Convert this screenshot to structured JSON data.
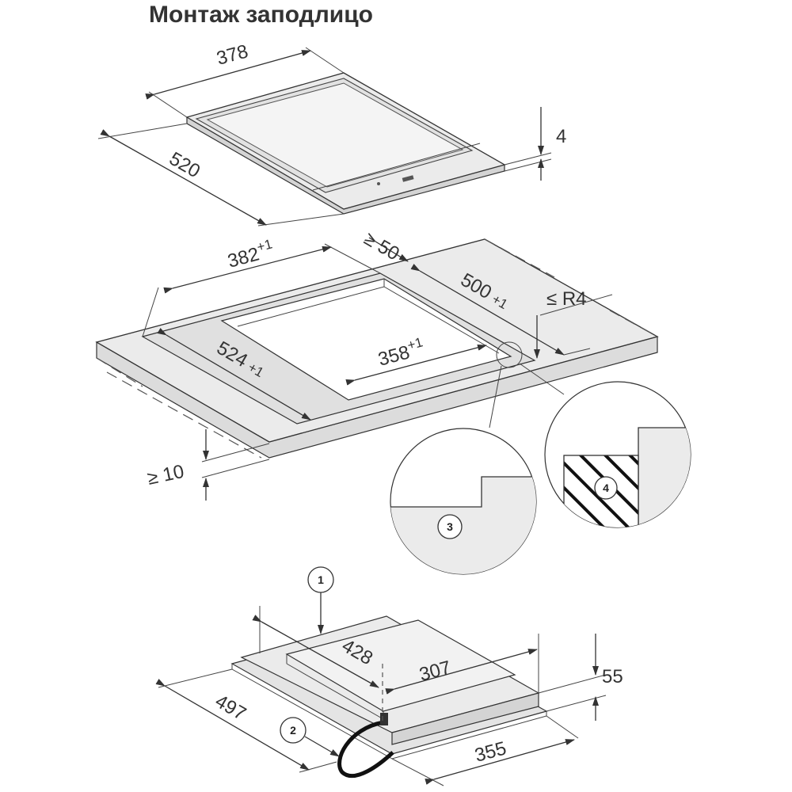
{
  "title": "Монтаж заподлицо",
  "hob": {
    "width": "378",
    "depth": "520",
    "thickness": "4"
  },
  "cutout": {
    "outer_width": "382",
    "outer_width_tol": "+1",
    "outer_depth": "500",
    "outer_depth_tol": "+1",
    "inner_width": "358",
    "inner_width_tol": "+1",
    "inner_depth": "524",
    "inner_depth_tol": "+1",
    "min_wall_gap": "≥ 50",
    "corner_radius": "≤ R4",
    "min_worktop": "≥ 10"
  },
  "detail_callouts": [
    "3",
    "4"
  ],
  "underside": {
    "callout_1": "1",
    "callout_2": "2",
    "depth_top": "428",
    "box_width": "307",
    "box_height": "55",
    "overall_depth": "497",
    "bottom_width": "355"
  },
  "colors": {
    "surface": "#ebebeb",
    "surface_dark": "#d4d4d4",
    "line": "#333333",
    "cable": "#111111"
  }
}
